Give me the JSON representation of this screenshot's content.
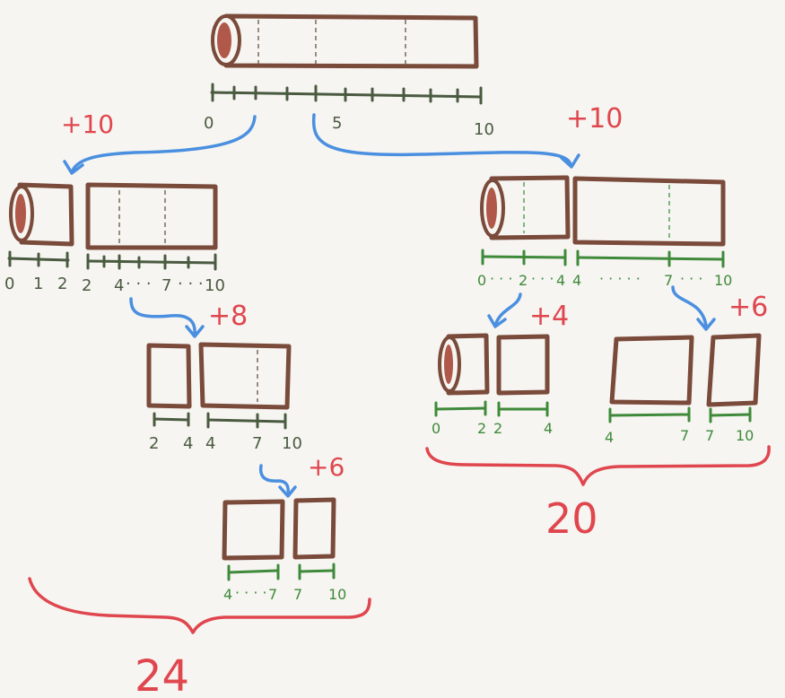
{
  "cuts": {
    "root_cost": "+10",
    "right_cost": "+10",
    "l2_cost": "+8",
    "l3_cost": "+6",
    "r_left_cost": "+4",
    "r_right_cost": "+6"
  },
  "totals": {
    "left_total": "24",
    "right_total": "20"
  },
  "ruler_labels": {
    "root": [
      "0",
      "5",
      "10"
    ],
    "l1_left": [
      "0",
      "1",
      "2"
    ],
    "l1_right": [
      "2",
      "4",
      "7",
      "10"
    ],
    "l2_left": [
      "2",
      "4"
    ],
    "l2_right": [
      "4",
      "7",
      "10"
    ],
    "l3": [
      "4",
      "7",
      "7",
      "10"
    ],
    "r1": [
      "0",
      "2",
      "4",
      "4",
      "7",
      "10"
    ],
    "r2": [
      "0",
      "2",
      "2",
      "4",
      "4",
      "7",
      "7",
      "10"
    ]
  },
  "colors": {
    "log": "#7a4a3a",
    "arrow": "#4a8fe0",
    "cost": "#e0464e",
    "ruler": "#4a5a40",
    "green": "#3f8a3a"
  }
}
